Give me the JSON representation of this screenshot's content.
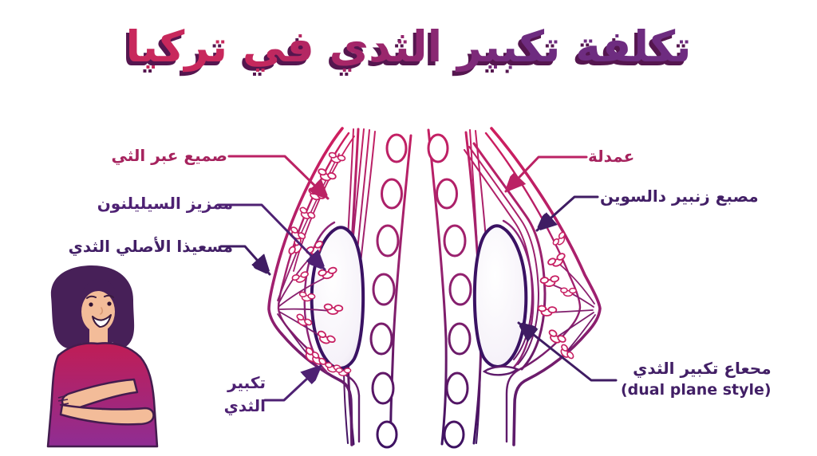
{
  "title": {
    "text": "تكلفة تكبير الثدي في تركيا"
  },
  "labels": {
    "left": [
      {
        "text": "صميع عبر الثي"
      },
      {
        "text": "ممزيز السيليلنون"
      },
      {
        "text": "مسعيذا الأصلي الثدي"
      }
    ],
    "bottom_left": {
      "line1": "تكبير",
      "line2": "الثدي"
    },
    "right": [
      {
        "text": "عمدلة"
      },
      {
        "text": "مصبع زنبير دالسوين"
      }
    ],
    "bottom_right": {
      "line1": "محعاع تكبير الثدي",
      "line2": "(dual plane style)"
    }
  },
  "colors": {
    "background": "#ffffff",
    "title_gradient_left": "#c8285c",
    "title_gradient_right": "#6e2c80",
    "title_shadow": "#55164f",
    "label_pink": "#a6235e",
    "label_purple": "#4e2173",
    "label_dark_purple": "#421f66",
    "connector_pink": "#bb2264",
    "connector_purple": "#4e2173",
    "connector_dark": "#3f1c63",
    "diagram_gradient_top": "#c72063",
    "diagram_gradient_bottom": "#3a1161",
    "implant_fill": "#f4f0f8",
    "shirt_top": "#c01d55",
    "shirt_bottom": "#8d2e96",
    "skin": "#f3bc99",
    "hair": "#472058"
  },
  "illustration": {
    "woman": "woman-with-crossed-arms"
  }
}
